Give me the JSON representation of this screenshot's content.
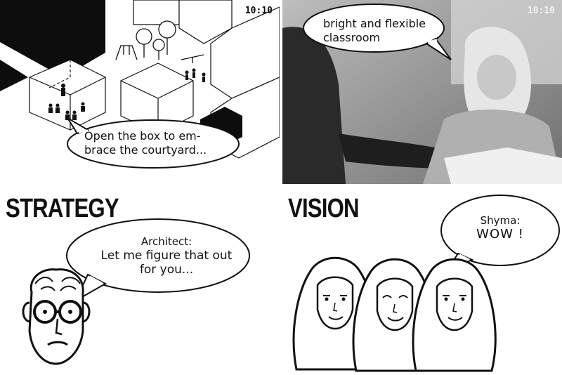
{
  "panels": {
    "courtyard": {
      "time": "10:10",
      "bubble_line1": "Open the box to em-",
      "bubble_line2": "brace the courtyard..."
    },
    "classroom": {
      "time": "10:10",
      "bubble_line1": "bright and flexible",
      "bubble_line2": "classroom"
    },
    "strategy": {
      "heading": "STRATEGY",
      "speaker": "Architect:",
      "bubble_line1": "Let me figure that out",
      "bubble_line2": "for you..."
    },
    "vision": {
      "heading": "VISION",
      "speaker": "Shyma:",
      "exclamation": "WOW !"
    }
  }
}
